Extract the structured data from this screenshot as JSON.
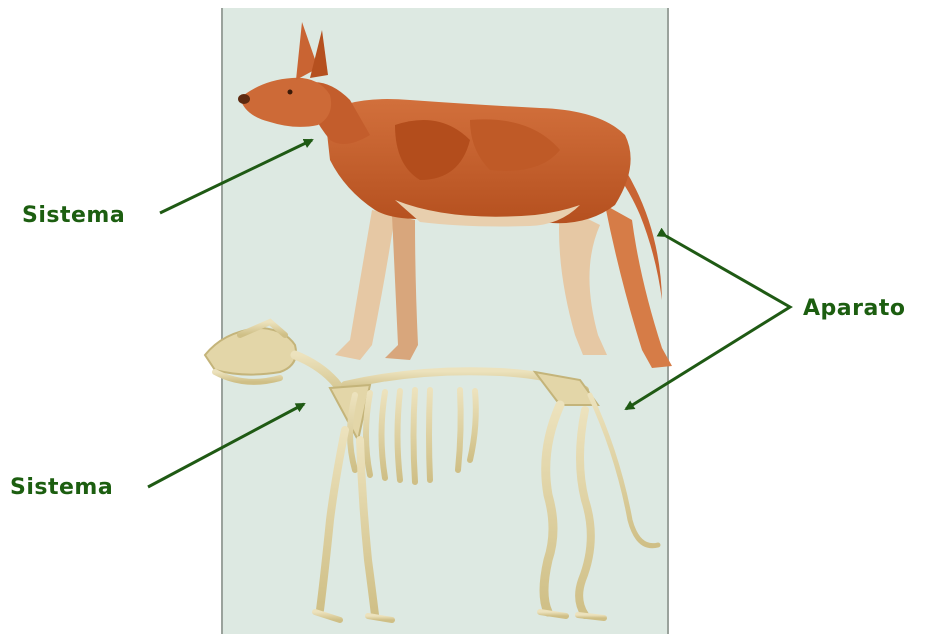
{
  "labels": {
    "muscular_system": "Sistema",
    "apparatus": "Aparato",
    "skeletal_system": "Sistema"
  },
  "colors": {
    "label_green": "#1c5e10",
    "arrow_green": "#1f5a14",
    "panel_bg": "#dde9e2",
    "muscle": "#c8622e",
    "bone": "#e3d6a8"
  }
}
